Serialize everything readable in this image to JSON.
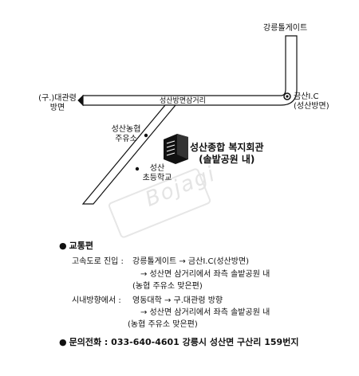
{
  "map": {
    "labels": {
      "gangneung_tollgate": "강릉톨게이트",
      "old_daegwallyeong": [
        "(구.)대관령",
        "방면"
      ],
      "geumsan_ic": [
        "금산I.C",
        "(성산방면)"
      ],
      "seongsan_junction_road": "성산방면삼거리",
      "gas_station": [
        "성산농협",
        "주유소"
      ],
      "school": [
        "성산",
        "초등학교"
      ],
      "destination": [
        "성산종합 복지회관",
        "(솔밭공원 내)"
      ]
    },
    "watermark": "Bojagi"
  },
  "directions": {
    "heading": "교통편",
    "expressway_label": "고속도로 진입 :",
    "expressway_lines": [
      "강릉톨게이트 → 금산I.C(성산방면)",
      "→ 성산면 삼거리에서 좌측 솔밭공원 내",
      "(농협 주유소 맞은편)"
    ],
    "city_label": "시내방향에서 :",
    "city_lines": [
      "영동대학 → 구.대관령 방향",
      "→ 성산면 삼거리에서 좌측 솔밭공원 내",
      "(농협 주유소 맞은편)"
    ],
    "contact_label": "문의전화 :",
    "contact_value": "033-640-4601 강릉시 성산면 구산리 159번지"
  }
}
